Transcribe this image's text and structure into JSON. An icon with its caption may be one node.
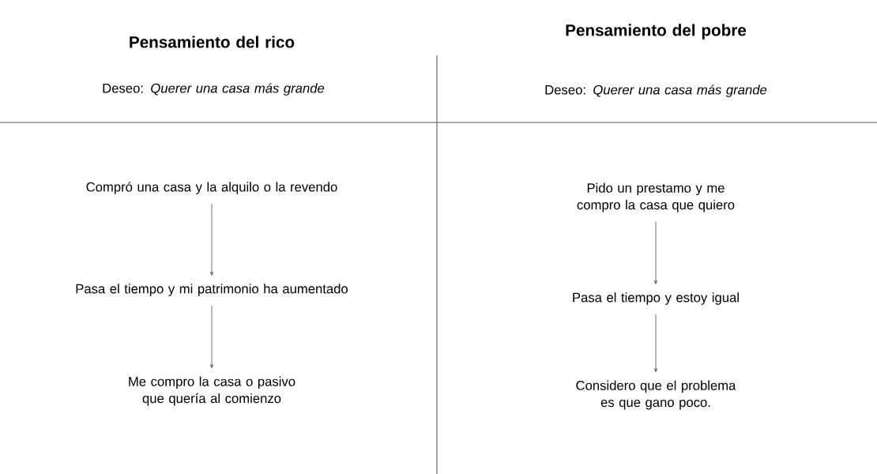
{
  "diagram": {
    "nodes": [
      {
        "text": [
          "Compró una casa y la alquilo o la revendo"
        ]
      },
      {
        "text": [
          "Pasa el tiempo y mi patrimonio ha aumentado"
        ]
      },
      {
        "text": [
          "Me compro la casa o pasivo que quería al comienzo"
        ]
      },
      {
        "text": [
          "Pido un prestamo y me compro la casa que quiero"
        ]
      },
      {
        "text": [
          "Pasa el tiempo y estoy igual"
        ]
      },
      {
        "text": [
          "Considero que el problema es que gano poco."
        ]
      }
    ],
    "edges": [
      {
        "from": 0,
        "to": 1,
        "arrow": "to"
      },
      {
        "from": 1,
        "to": 2,
        "arrow": "to"
      },
      {
        "from": 3,
        "to": 4,
        "arrow": "to"
      },
      {
        "from": 4,
        "to": 5,
        "arrow": "to"
      }
    ],
    "labels": [
      "Pensamiento del rico",
      "Pensamiento del pobre",
      "Deseo: *Querer una casa más grande*",
      "Deseo: *Querer una casa más grande*"
    ]
  }
}
